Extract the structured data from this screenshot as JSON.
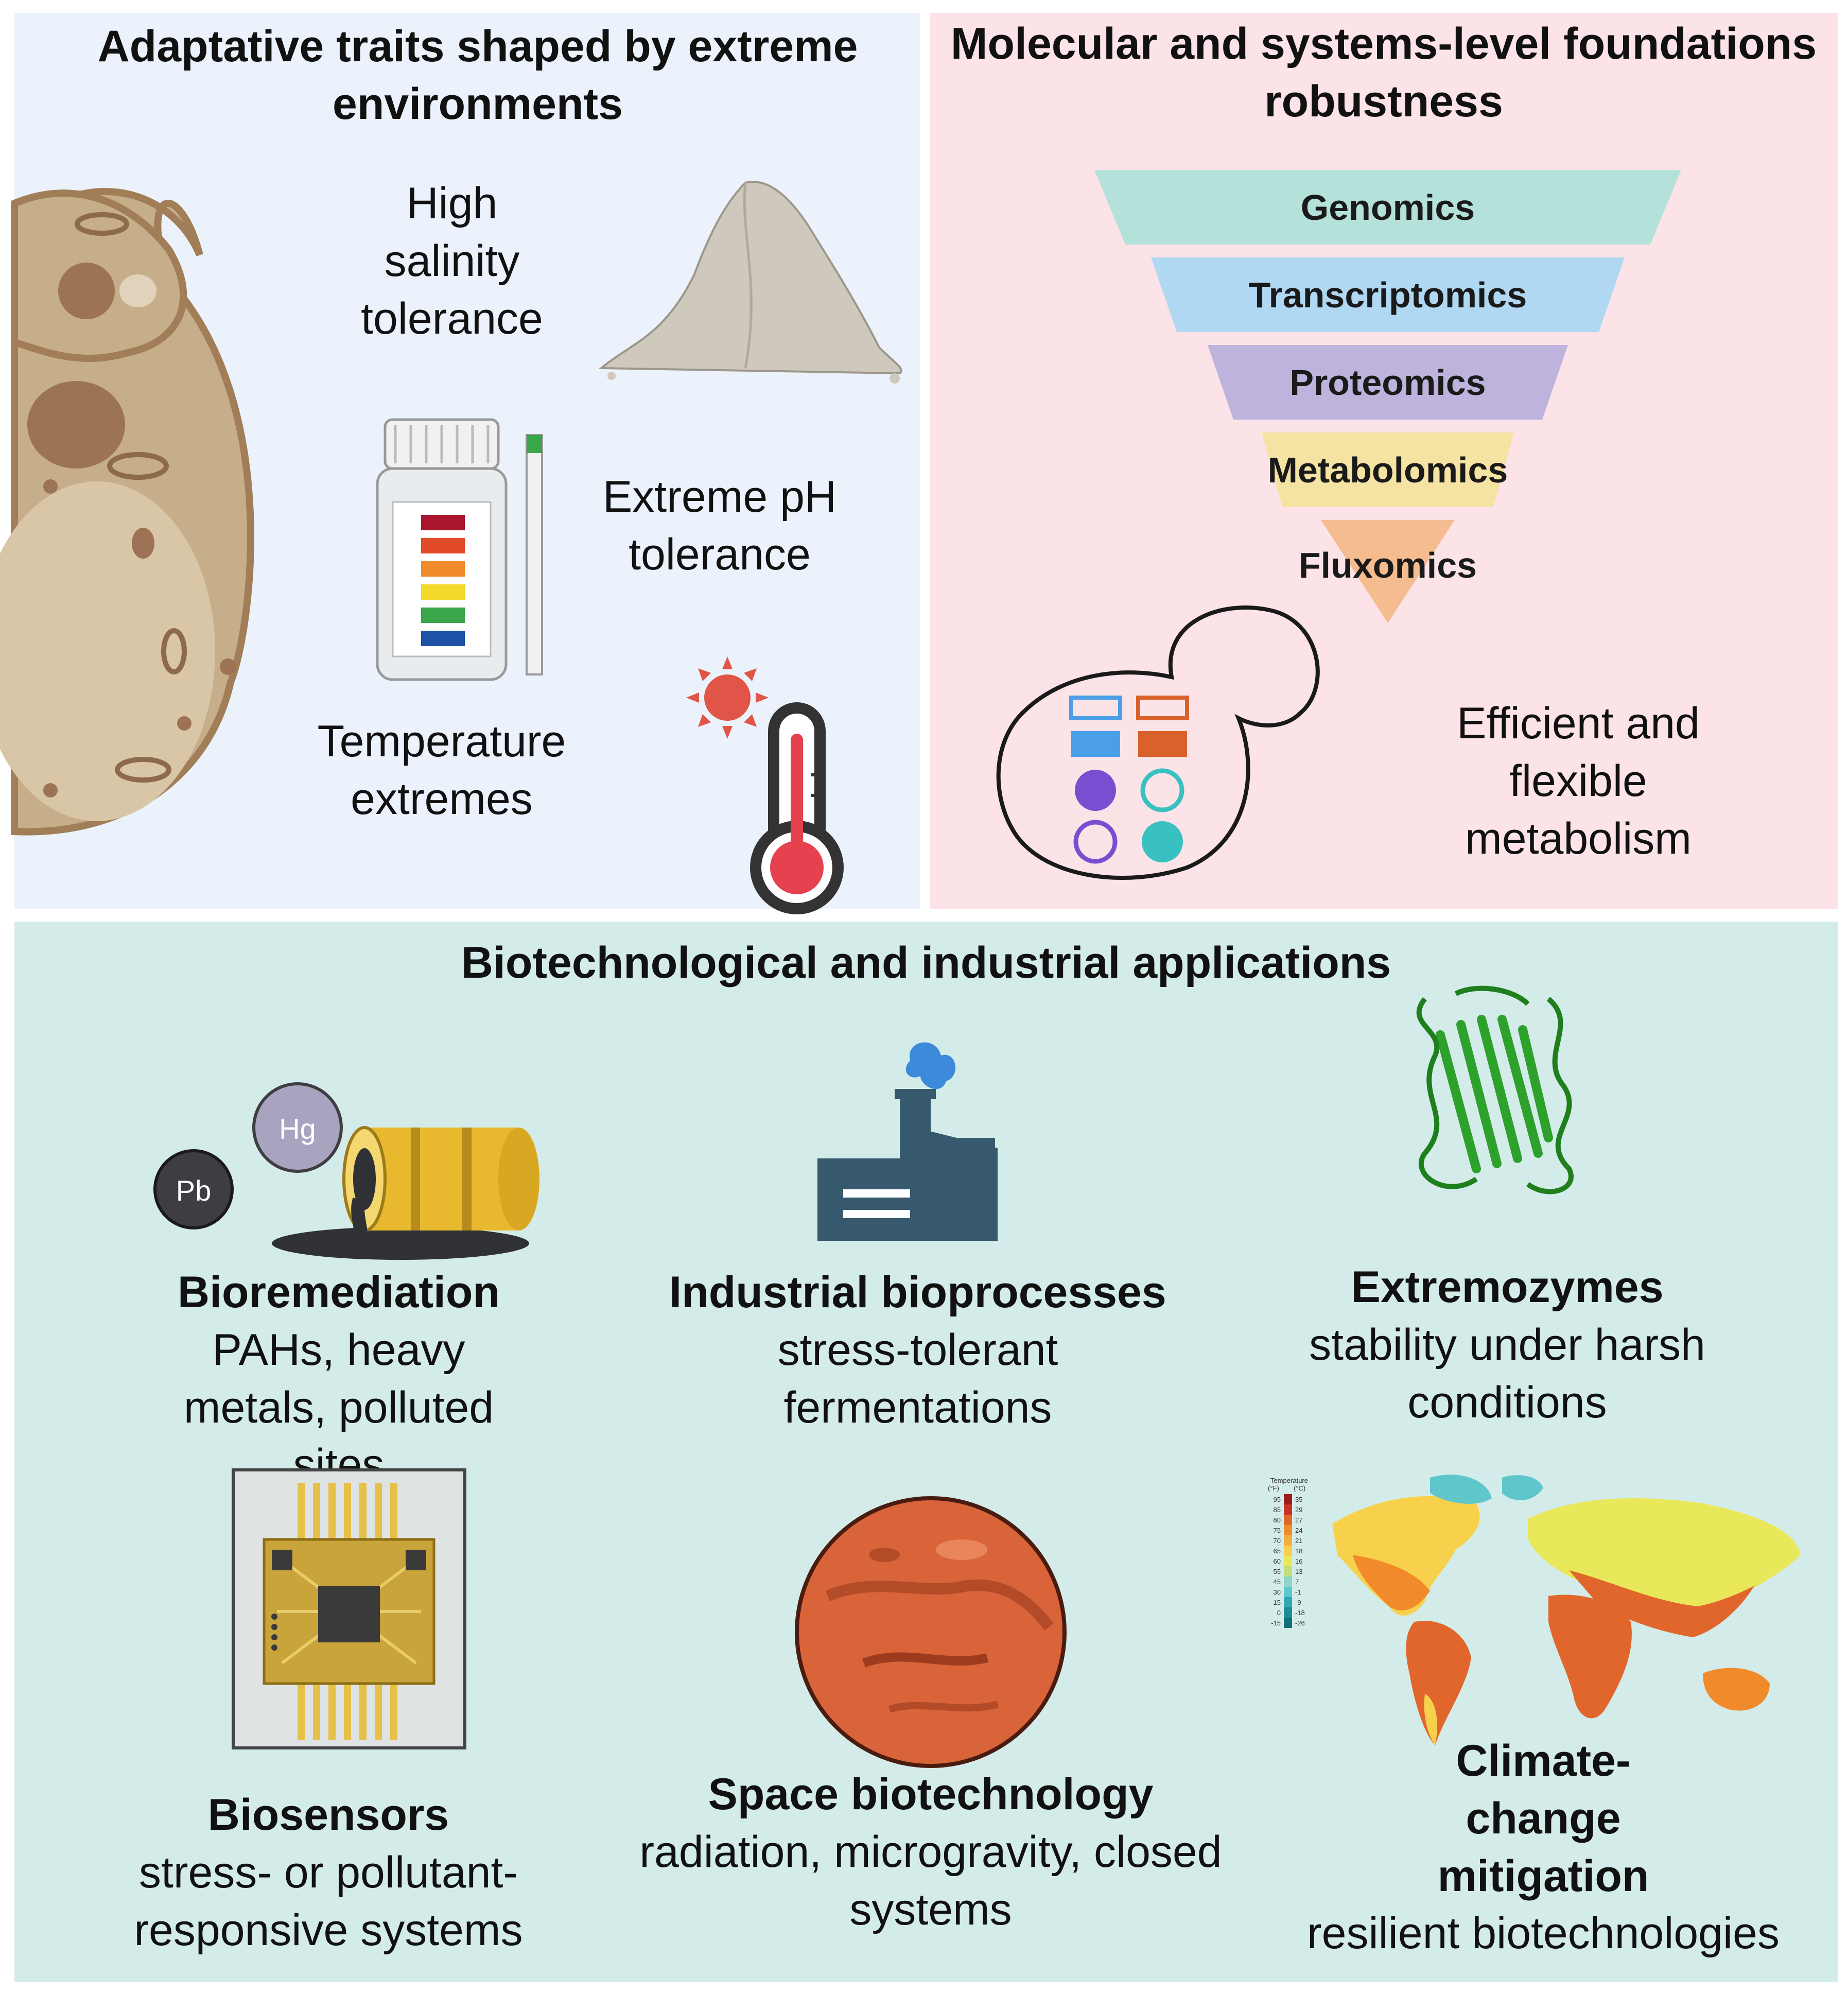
{
  "top_left": {
    "title": "Adaptative traits shaped by extreme environments",
    "salinity": "High salinity tolerance",
    "ph": "Extreme pH tolerance",
    "temperature": "Temperature extremes"
  },
  "top_right": {
    "title": "Molecular and systems-level foundations robustness",
    "omics": [
      "Genomics",
      "Transcriptomics",
      "Proteomics",
      "Metabolomics",
      "Fluxomics"
    ],
    "omics_colors": [
      "#b4e2db",
      "#b0d8f2",
      "#bdb3dc",
      "#f4e3a2",
      "#f5bd8f"
    ],
    "metabolism": "Efficient and flexible metabolism"
  },
  "bottom": {
    "title": "Biotechnological and industrial applications",
    "bioremediation": {
      "heading": "Bioremediation",
      "sub": "PAHs, heavy metals, polluted sites",
      "hg": "Hg",
      "pb": "Pb"
    },
    "industrial": {
      "heading": "Industrial bioprocesses",
      "sub": "stress-tolerant fermentations"
    },
    "extremozymes": {
      "heading": "Extremozymes",
      "sub": "stability under harsh conditions"
    },
    "biosensors": {
      "heading": "Biosensors",
      "sub": "stress- or pollutant-responsive systems"
    },
    "space": {
      "heading": "Space biotechnology",
      "sub": "radiation, microgravity, closed systems"
    },
    "climate": {
      "heading": "Climate-change mitigation",
      "sub": "resilient biotechnologies"
    },
    "map_legend": {
      "title": "Temperature",
      "unit_f": "(°F)",
      "unit_c": "(°C)",
      "f_values": [
        "95",
        "85",
        "80",
        "75",
        "70",
        "65",
        "60",
        "55",
        "45",
        "30",
        "15",
        "0",
        "-15"
      ],
      "c_values": [
        "35",
        "29",
        "27",
        "24",
        "21",
        "18",
        "16",
        "13",
        "7",
        "-1",
        "-9",
        "-18",
        "-26"
      ]
    }
  }
}
